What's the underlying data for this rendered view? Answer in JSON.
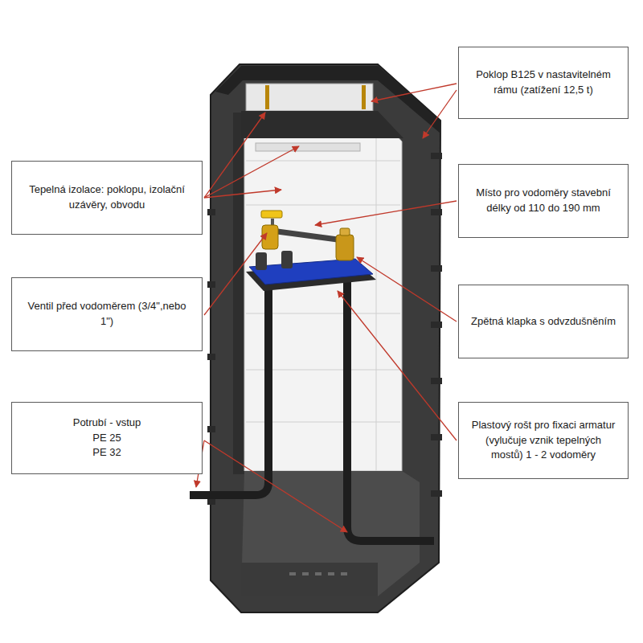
{
  "diagram": {
    "nodes": [
      {
        "text": [
          "Poklop B125 v nastavitelném rámu (zatížení 12,5 t)"
        ]
      },
      {
        "text": [
          "Tepelná izolace: poklopu, izolační uzávěry, obvodu"
        ]
      },
      {
        "text": [
          "Místo pro vodoměry stavební délky od 110 do 190 mm"
        ]
      },
      {
        "text": [
          "Ventil před vodoměrem (3/4\",nebo 1\")"
        ]
      },
      {
        "text": [
          "Zpětná klapka s odvzdušněním"
        ]
      },
      {
        "text": [
          "Potrubí - vstup",
          "PE 25",
          "PE 32"
        ]
      },
      {
        "text": [
          "Plastový rošt pro fixaci armatur (vylučuje vznik tepelných mostů) 1 - 2 vodoměry"
        ]
      }
    ]
  }
}
